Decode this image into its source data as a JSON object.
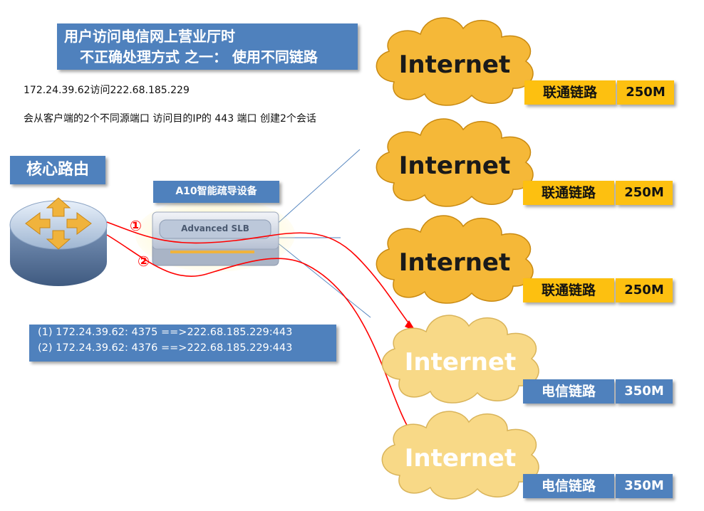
{
  "title": {
    "line1": "用户访问电信网上营业厅时",
    "line2": "不正确处理方式 之一： 使用不同链路"
  },
  "access_text": "172.24.39.62访问222.68.185.229",
  "session_text": "会从客户端的2个不同源端口 访问目的IP的 443 端口 创建2个会话",
  "core_router_label": "核心路由",
  "a10_label": "A10智能疏导设备",
  "slb_text": "Advanced SLB",
  "path_markers": [
    "①",
    "②"
  ],
  "sessions": [
    "(1) 172.24.39.62: 4375 ==>222.68.185.229:443",
    "(2) 172.24.39.62: 4376 ==>222.68.185.229:443"
  ],
  "cloud_label": "Internet",
  "links": [
    {
      "name": "联通链路",
      "bandwidth": "250M",
      "type": "unicom"
    },
    {
      "name": "联通链路",
      "bandwidth": "250M",
      "type": "unicom"
    },
    {
      "name": "联通链路",
      "bandwidth": "250M",
      "type": "unicom"
    },
    {
      "name": "电信链路",
      "bandwidth": "350M",
      "type": "telecom"
    },
    {
      "name": "电信链路",
      "bandwidth": "350M",
      "type": "telecom"
    }
  ],
  "colors": {
    "accent_blue": "#4f81bd",
    "unicom_cloud": "#f5b838",
    "telecom_cloud": "#f8d987",
    "unicom_tag": "#fdc010",
    "telecom_tag": "#4f81bd",
    "session_line": "#ff0000",
    "guide_line": "#4f81bd"
  },
  "icons": [
    "router-icon",
    "arrow-cross-icon",
    "slb-device-icon",
    "cloud-icon"
  ]
}
